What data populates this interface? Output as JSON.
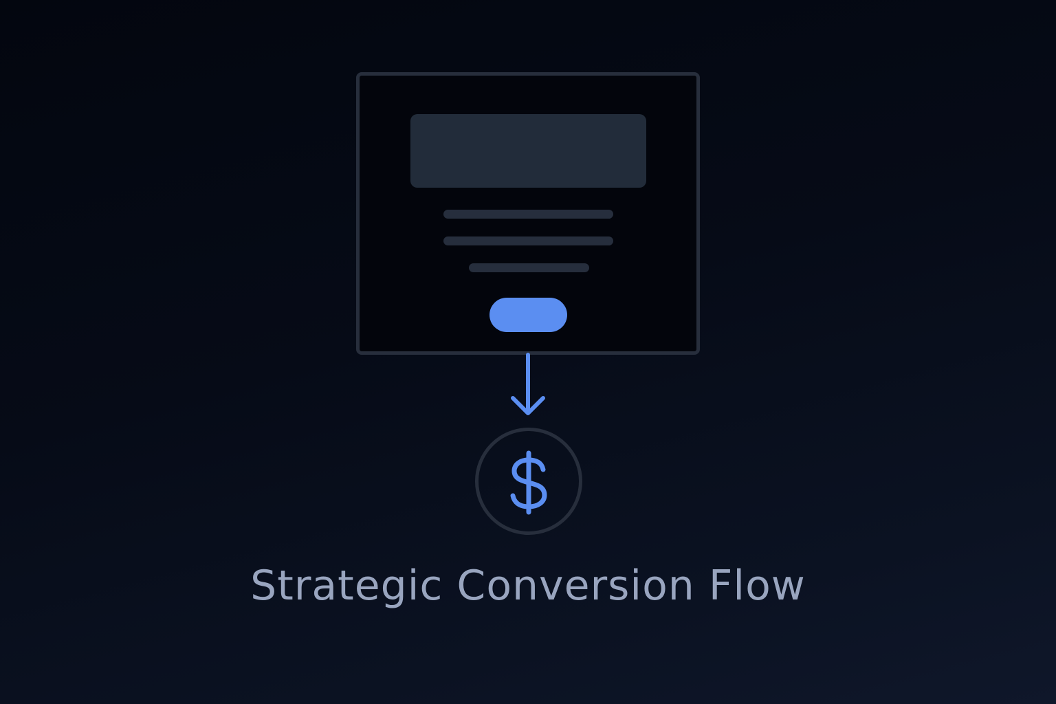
{
  "colors": {
    "background_top": "#03060f",
    "background_bottom": "#0f172a",
    "frame_stroke": "#272e3c",
    "placeholder_fill": "#222c3a",
    "accent": "#5b8ef1",
    "title_text": "#99a5bf"
  },
  "diagram": {
    "nodes": [
      {
        "id": "landing-page",
        "icon": "webpage-wireframe-icon"
      },
      {
        "id": "revenue",
        "icon": "dollar-coin-icon"
      }
    ],
    "edges": [
      {
        "from": "landing-page",
        "to": "revenue",
        "style": "arrow-down"
      }
    ]
  },
  "title": "Strategic Conversion Flow"
}
